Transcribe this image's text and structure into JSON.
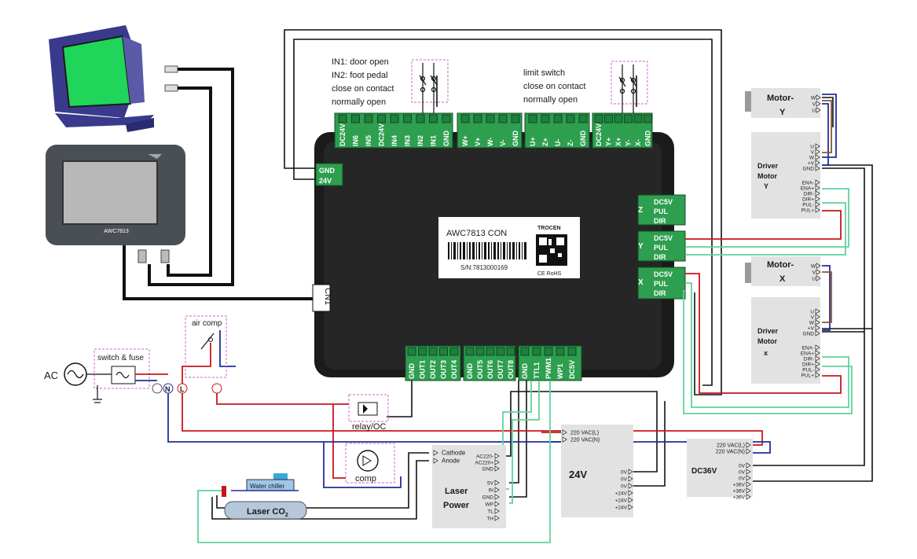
{
  "colors": {
    "wire_black": "#111111",
    "wire_red": "#c8161d",
    "wire_blue": "#1e2f9c",
    "wire_green": "#5fd39a",
    "wire_brown": "#8a5a2b",
    "terminal_green": "#2e9e4f",
    "controller_body": "#1b1b1b",
    "dashed_box": "#d063c8",
    "module_gray": "#e2e2e2"
  },
  "controller": {
    "model_label": "AWC7813 CON",
    "brand": "TROCEN",
    "serial": "S/N:7813000169",
    "cert": "CE RoHS",
    "cn1": "CN1",
    "power_pins": [
      "GND",
      "24V"
    ],
    "input_pins": [
      "DC24V",
      "IN6",
      "IN5",
      "DC24V",
      "IN4",
      "IN3",
      "IN2",
      "IN1",
      "GND"
    ],
    "top_pins_mid": [
      "W+",
      "V+",
      "W-",
      "V-",
      "GND"
    ],
    "top_pins_right": [
      "U+",
      "Z+",
      "U-",
      "Z-",
      "GND"
    ],
    "limit_pins": [
      "DC24V",
      "Y+",
      "X+",
      "Y-",
      "X-",
      "GND"
    ],
    "axis_z": {
      "label": "Z",
      "pins": [
        "DC5V",
        "PUL",
        "DIR"
      ]
    },
    "axis_y": {
      "label": "Y",
      "pins": [
        "DC5V",
        "PUL",
        "DIR"
      ]
    },
    "axis_x": {
      "label": "X",
      "pins": [
        "DC5V",
        "PUL",
        "DIR"
      ]
    },
    "out_pins_a": [
      "GND",
      "OUT1",
      "OUT2",
      "OUT3",
      "OUT4"
    ],
    "out_pins_b": [
      "GND",
      "OUT5",
      "OUT6",
      "OUT7",
      "OUT8"
    ],
    "laser_pins": [
      "GND",
      "TTL1",
      "PWM1",
      "WP1",
      "DC5V"
    ]
  },
  "notes": {
    "inputs": [
      "IN1: door open",
      "IN2: foot pedal",
      "close on contact",
      "normally open"
    ],
    "limit": [
      "limit switch",
      "close on contact",
      "normally open"
    ]
  },
  "hmi": {
    "label": "AWC7813"
  },
  "motor_y": {
    "title": "Motor-",
    "axis": "Y",
    "pins": [
      "W",
      "V",
      "U"
    ]
  },
  "motor_x": {
    "title": "Motor-",
    "axis": "X",
    "pins": [
      "W",
      "V",
      "U"
    ]
  },
  "driver_y": {
    "title": [
      "Driver",
      "Motor",
      "Y"
    ],
    "pins": [
      "U",
      "V",
      "W",
      "+V",
      "GND",
      "ENA-",
      "ENA+",
      "DIR-",
      "DIR+",
      "PUL-",
      "PUL+"
    ]
  },
  "driver_x": {
    "title": [
      "Driver",
      "Motor",
      "x"
    ],
    "pins": [
      "U",
      "V",
      "W",
      "+V",
      "GND",
      "ENA-",
      "ENA+",
      "DIR-",
      "DIR+",
      "PUL-",
      "PUL+"
    ]
  },
  "ac": {
    "label": "AC",
    "switch_fuse": "switch & fuse",
    "N": "N",
    "L": "L"
  },
  "air_comp": {
    "label": "air comp"
  },
  "relay": {
    "label": "relay/OC"
  },
  "comp": {
    "label": "comp"
  },
  "chiller": {
    "label": "Water chiller"
  },
  "laser_tube": {
    "label": "Laser CO",
    "sub": "2"
  },
  "laser_power": {
    "title": [
      "Laser",
      "Power"
    ],
    "top_pins": [
      "Cathode",
      "Anode"
    ],
    "ac_pins": [
      "AC220-",
      "AC220+",
      "GND"
    ],
    "ctrl_pins": [
      "5V",
      "IN",
      "GND",
      "WP",
      "TL",
      "TH"
    ]
  },
  "psu24": {
    "title": "24V",
    "in_pins": [
      "220 VAC(L)",
      "220 VAC(N)"
    ],
    "out_pins": [
      "0V",
      "0V",
      "0V",
      "+24V",
      "+24V",
      "+24V"
    ]
  },
  "psu36": {
    "title": "DC36V",
    "in_pins": [
      "220 VAC(L)",
      "220 VAC(N)"
    ],
    "out_pins": [
      "0V",
      "0V",
      "0V",
      "+36V",
      "+36V",
      "+36V"
    ]
  }
}
